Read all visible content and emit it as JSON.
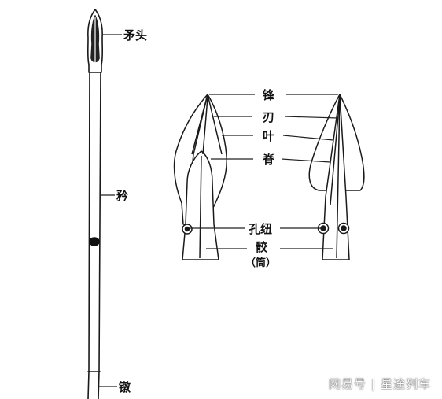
{
  "left_labels": {
    "spearhead": "矛头",
    "shaft": "矜",
    "butt_cap": "镦"
  },
  "right_labels": {
    "tip": "锋",
    "edge": "刃",
    "blade": "叶",
    "ridge": "脊",
    "loop": "孔纽",
    "socket": "骹",
    "socket_alt": "（筒）"
  },
  "watermark": {
    "source": "网易号",
    "author": "星途列车"
  }
}
